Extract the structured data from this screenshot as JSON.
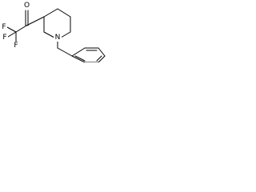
{
  "structure": {
    "atoms": {
      "carbonyl_oxygen": "O",
      "fluorine_1": "F",
      "fluorine_2": "F",
      "fluorine_3": "F",
      "ring_nitrogen": "N"
    }
  }
}
